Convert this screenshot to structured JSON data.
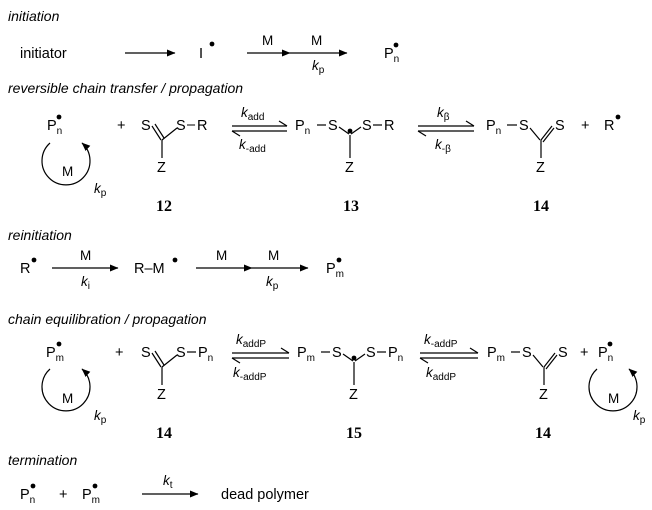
{
  "sections": {
    "initiation": "initiation",
    "reversible": "reversible chain transfer / propagation",
    "reinitiation": "reinitiation",
    "equilibration": "chain equilibration / propagation",
    "termination": "termination"
  },
  "initiation": {
    "initiator": "initiator",
    "I": "I",
    "M1": "M",
    "M2": "M",
    "kp": "k",
    "kp_sub": "p",
    "P": "P",
    "P_sub": "n"
  },
  "transfer": {
    "P": "P",
    "P_sub": "n",
    "plus1": "+",
    "cycle_M": "M",
    "cycle_k": "k",
    "cycle_k_sub": "p",
    "raft_S_dbl": "S",
    "raft_S": "S",
    "raft_dash": "–",
    "raft_R": "R",
    "raft_Z": "Z",
    "kadd": "k",
    "kadd_sub": "add",
    "kmadd": "k",
    "kmadd_sub": "-add",
    "int_P": "P",
    "int_P_sub": "n",
    "int_S1": "S",
    "int_S2": "S",
    "int_R": "R",
    "int_Z": "Z",
    "kb": "k",
    "kb_sub": "β",
    "kmb": "k",
    "kmb_sub": "-β",
    "prod_P": "P",
    "prod_P_sub": "n",
    "prod_S1": "S",
    "prod_S2": "S",
    "prod_Z": "Z",
    "plus2": "+",
    "R": "R",
    "n12": "12",
    "n13": "13",
    "n14": "14"
  },
  "reinit": {
    "R": "R",
    "M1": "M",
    "ki": "k",
    "ki_sub": "i",
    "RM": "R–M",
    "M2": "M",
    "M3": "M",
    "kp": "k",
    "kp_sub": "p",
    "P": "P",
    "P_sub": "m"
  },
  "equil": {
    "P": "P",
    "P_sub": "m",
    "plus1": "+",
    "cycle1_M": "M",
    "cycle1_k": "k",
    "cycle1_k_sub": "p",
    "a_S_dbl": "S",
    "a_S": "S",
    "a_P": "P",
    "a_P_sub": "n",
    "a_Z": "Z",
    "k1": "k",
    "k1_sub": "addP",
    "k2": "k",
    "k2_sub": "-addP",
    "b_Pm": "P",
    "b_Pm_sub": "m",
    "b_S1": "S",
    "b_S2": "S",
    "b_Pn": "P",
    "b_Pn_sub": "n",
    "b_Z": "Z",
    "k3": "k",
    "k3_sub": "-addP",
    "k4": "k",
    "k4_sub": "addP",
    "c_Pm": "P",
    "c_Pm_sub": "m",
    "c_S1": "S",
    "c_S2": "S",
    "c_Z": "Z",
    "plus2": "+",
    "Pn": "P",
    "Pn_sub": "n",
    "cycle2_M": "M",
    "cycle2_k": "k",
    "cycle2_k_sub": "p",
    "n14a": "14",
    "n15": "15",
    "n14b": "14"
  },
  "termination": {
    "Pn": "P",
    "Pn_sub": "n",
    "plus": "+",
    "Pm": "P",
    "Pm_sub": "m",
    "kt": "k",
    "kt_sub": "t",
    "dead": "dead polymer"
  }
}
